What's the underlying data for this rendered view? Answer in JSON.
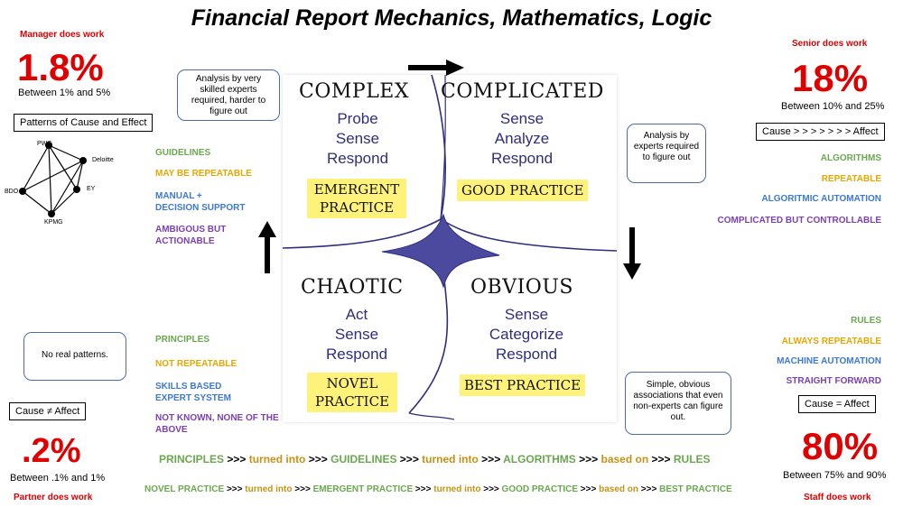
{
  "title": "Financial Report Mechanics, Mathematics, Logic",
  "corners": {
    "tl": {
      "role": "Manager does work",
      "pct": "1.8%",
      "range": "Between 1% and 5%"
    },
    "tr": {
      "role": "Senior does work",
      "pct": "18%",
      "range": "Between 10% and 25%"
    },
    "bl": {
      "role": "Partner does work",
      "pct": ".2%",
      "range": "Between .1% and 1%"
    },
    "br": {
      "role": "Staff does work",
      "pct": "80%",
      "range": "Between 75% and 90%"
    }
  },
  "boxes": {
    "cause_effect": "Patterns of Cause and Effect",
    "cause_arrows": "Cause > > > > > > > Affect",
    "cause_not": "Cause ≠ Affect",
    "cause_eq": "Cause = Affect"
  },
  "callouts": {
    "tl": "Analysis by very skilled experts required, harder to figure out",
    "tr": "Analysis by experts required to figure out",
    "bl": "No real patterns.",
    "br": "Simple, obvious associations that even non-experts can figure out."
  },
  "network": [
    "PWC",
    "Deloitte",
    "BDO",
    "EY",
    "KPMG"
  ],
  "attrs": {
    "complex": [
      "GUIDELINES",
      "MAY BE REPEATABLE",
      "MANUAL +",
      "DECISION SUPPORT",
      "AMBIGOUS BUT",
      "ACTIONABLE"
    ],
    "complicated": [
      "ALGORITHMS",
      "REPEATABLE",
      "ALGORITMIC AUTOMATION",
      "COMPLICATED BUT CONTROLLABLE"
    ],
    "chaotic": [
      "PRINCIPLES",
      "NOT REPEATABLE",
      "SKILLS BASED",
      "EXPERT SYSTEM",
      "NOT KNOWN, NONE OF THE",
      "ABOVE"
    ],
    "obvious": [
      "RULES",
      "ALWAYS REPEATABLE",
      "MACHINE AUTOMATION",
      "STRAIGHT FORWARD"
    ]
  },
  "domains": {
    "complex": {
      "name": "COMPLEX",
      "verbs": [
        "Probe",
        "Sense",
        "Respond"
      ],
      "practice": [
        "EMERGENT",
        "PRACTICE"
      ]
    },
    "complicated": {
      "name": "COMPLICATED",
      "verbs": [
        "Sense",
        "Analyze",
        "Respond"
      ],
      "practice": [
        "GOOD PRACTICE"
      ]
    },
    "chaotic": {
      "name": "CHAOTIC",
      "verbs": [
        "Act",
        "Sense",
        "Respond"
      ],
      "practice": [
        "NOVEL",
        "PRACTICE"
      ]
    },
    "obvious": {
      "name": "OBVIOUS",
      "verbs": [
        "Sense",
        "Categorize",
        "Respond"
      ],
      "practice": [
        "BEST PRACTICE"
      ]
    }
  },
  "chain1": [
    "PRINCIPLES",
    ">>>",
    "turned into",
    ">>>",
    "GUIDELINES",
    ">>>",
    "turned into",
    ">>>",
    "ALGORITHMS",
    ">>>",
    "based on",
    ">>>",
    "RULES"
  ],
  "chain2": [
    "NOVEL PRACTICE",
    ">>>",
    "turned into",
    ">>>",
    "EMERGENT PRACTICE",
    ">>>",
    "turned into",
    ">>>",
    "GOOD PRACTICE",
    ">>>",
    "based on",
    ">>>",
    "BEST PRACTICE"
  ],
  "colors": {
    "red": "#e00000",
    "green": "#6aa84f",
    "gold": "#e6a700",
    "blue": "#3c78d8",
    "purple": "#7b3fb6",
    "navy": "#2e2e80",
    "highlight": "#fff27a"
  },
  "arrows": [
    "right-arrow",
    "down-arrow",
    "up-arrow"
  ]
}
